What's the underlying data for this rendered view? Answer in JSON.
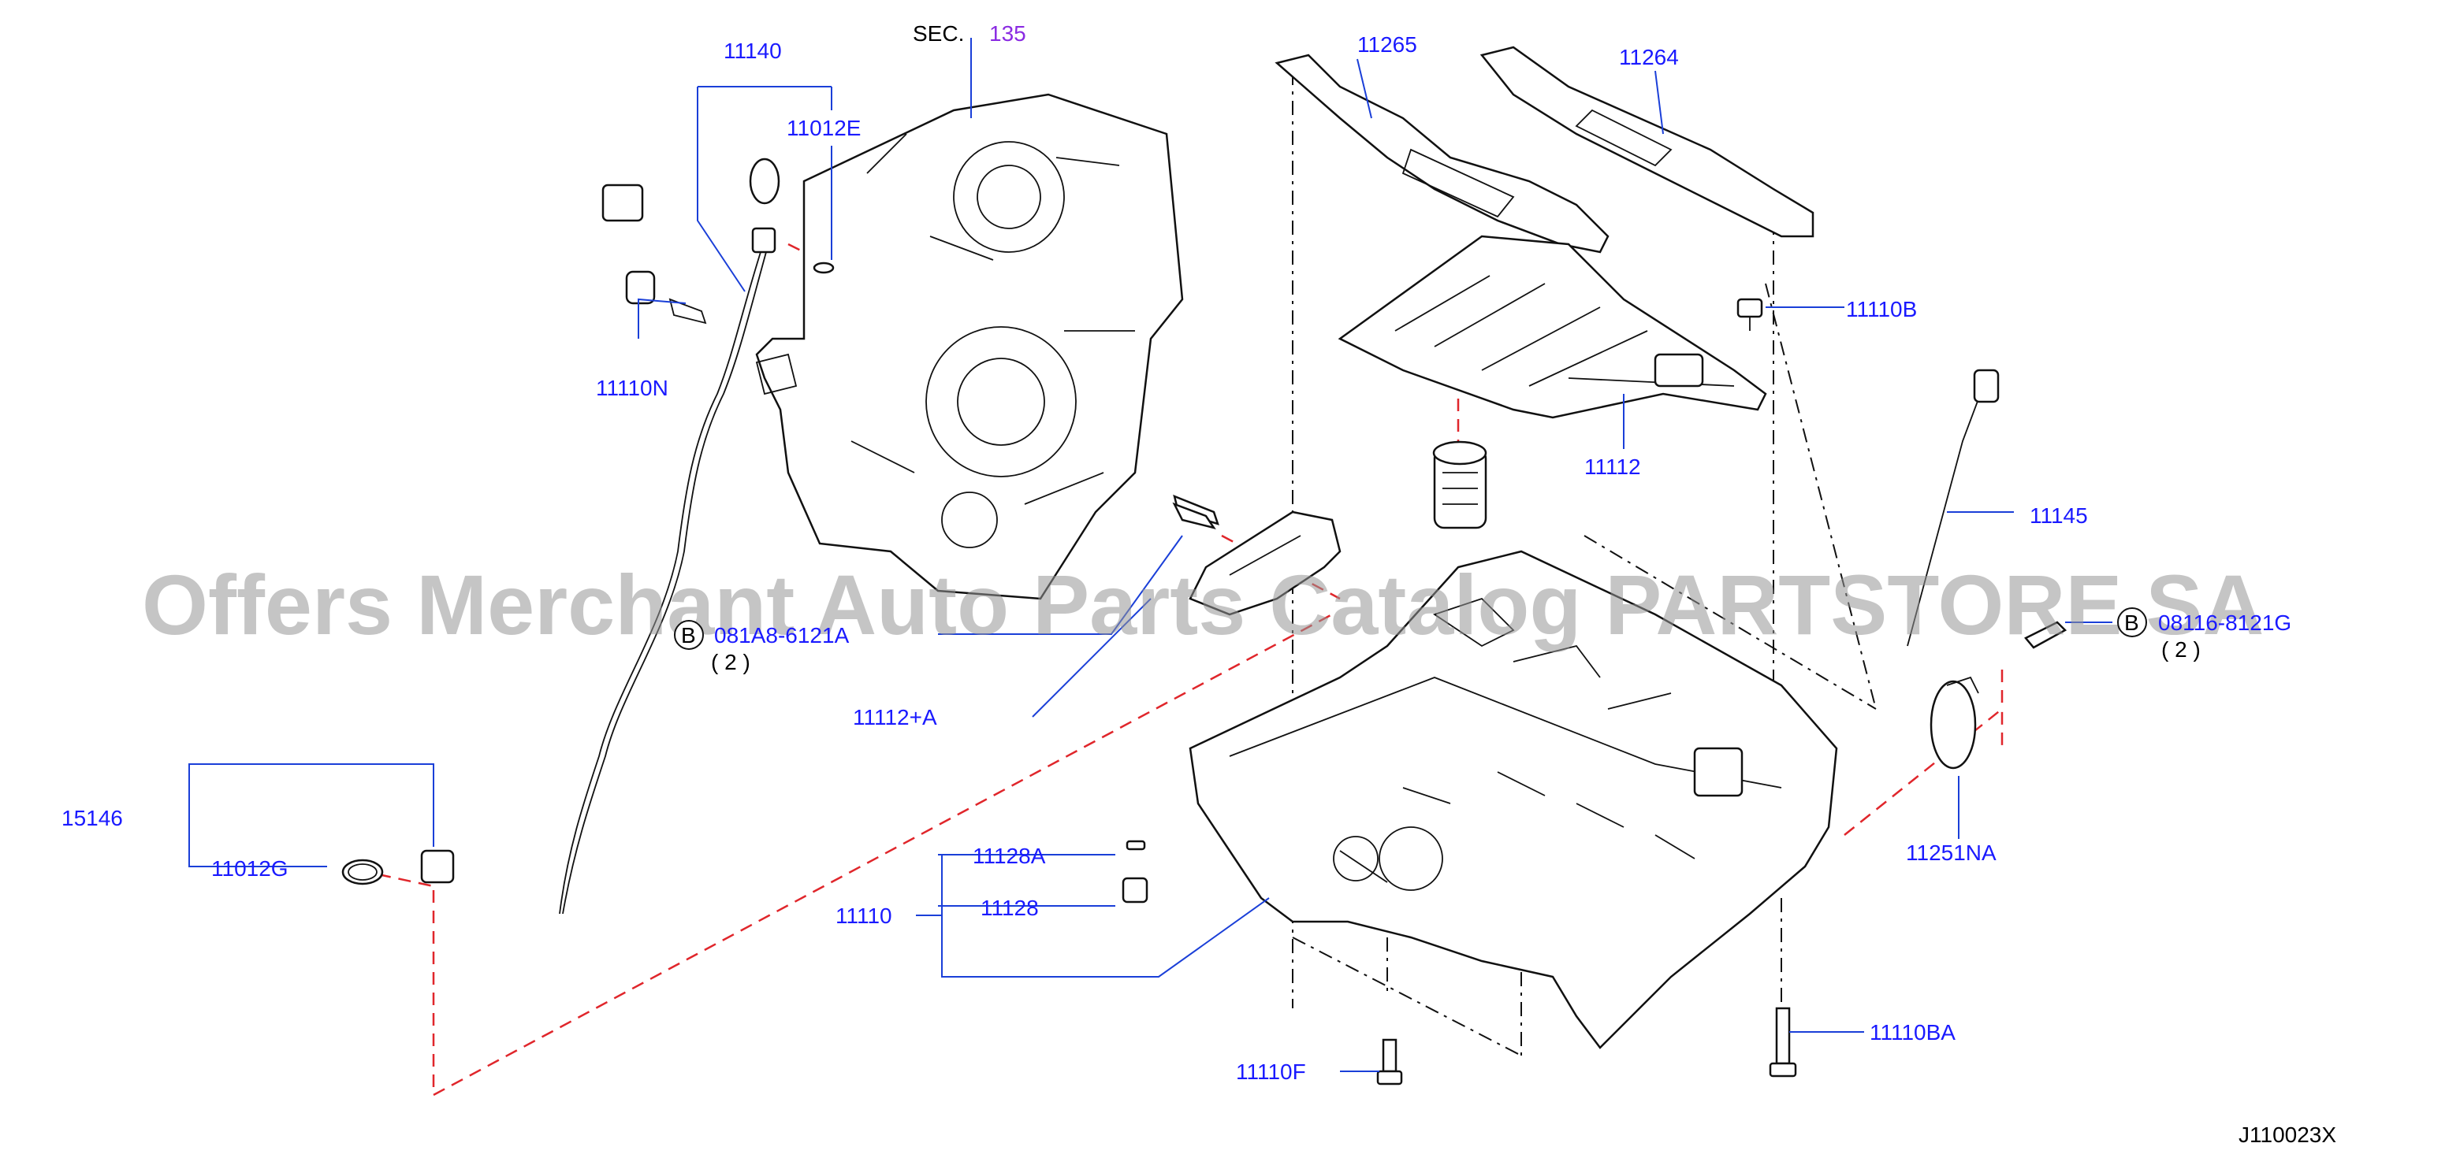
{
  "diagram": {
    "sec_prefix": "SEC.",
    "sec_number": "135",
    "diagram_id": "J110023X",
    "watermark": "Offers Merchant Auto Parts Catalog PARTSTORE SA",
    "bolt_symbol": "B",
    "labels": {
      "p11140": "11140",
      "p11012E": "11012E",
      "p11110N": "11110N",
      "p11265": "11265",
      "p11264": "11264",
      "p11110B": "11110B",
      "p11112": "11112",
      "p11145": "11145",
      "p081A8": "081A8-6121A",
      "p081A8_qty": "( 2 )",
      "p08116": "08116-8121G",
      "p08116_qty": "( 2 )",
      "p11112A": "11112+A",
      "p15146": "15146",
      "p11012G": "11012G",
      "p11128A": "11128A",
      "p11128": "11128",
      "p11110": "11110",
      "p11251NA": "11251NA",
      "p11110BA": "11110BA",
      "p11110F": "11110F"
    }
  }
}
